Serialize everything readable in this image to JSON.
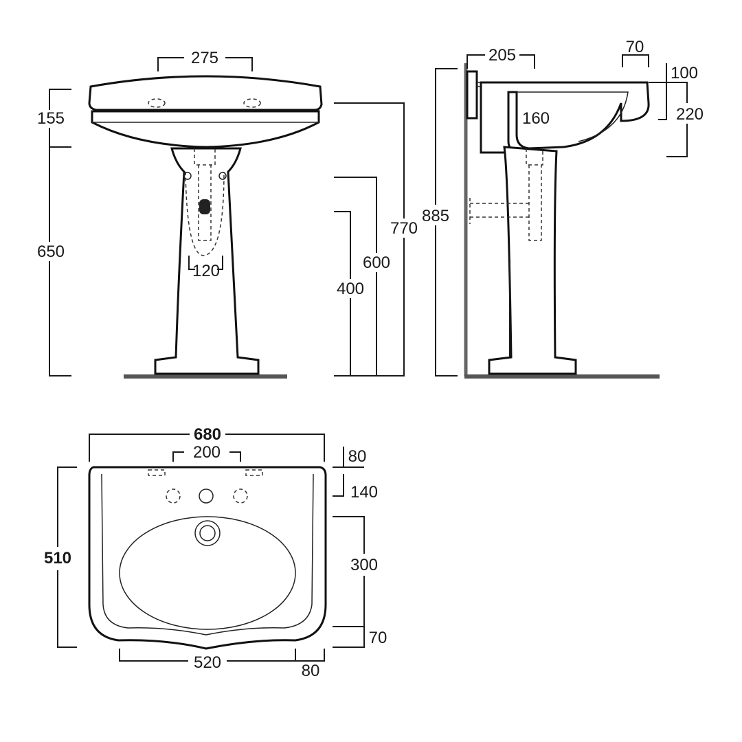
{
  "front_view": {
    "dims": {
      "tap_spacing": "275",
      "basin_height": "155",
      "pedestal_height": "650",
      "waste_width": "120",
      "overall_height": "770",
      "waste_height": "600",
      "supply_height": "400"
    }
  },
  "side_view": {
    "dims": {
      "wall_projection": "205",
      "lip_projection": "70",
      "rim_thickness": "100",
      "bowl_depth": "160",
      "overflow_drop": "220",
      "total_height": "885"
    }
  },
  "top_view": {
    "dims": {
      "overall_width": "680",
      "tap_hole_spacing": "200",
      "back_rim": "80",
      "tap_offset": "140",
      "overall_depth": "510",
      "bowl_length": "300",
      "front_rim": "70",
      "bowl_width": "520",
      "front_overhang": "80"
    }
  }
}
